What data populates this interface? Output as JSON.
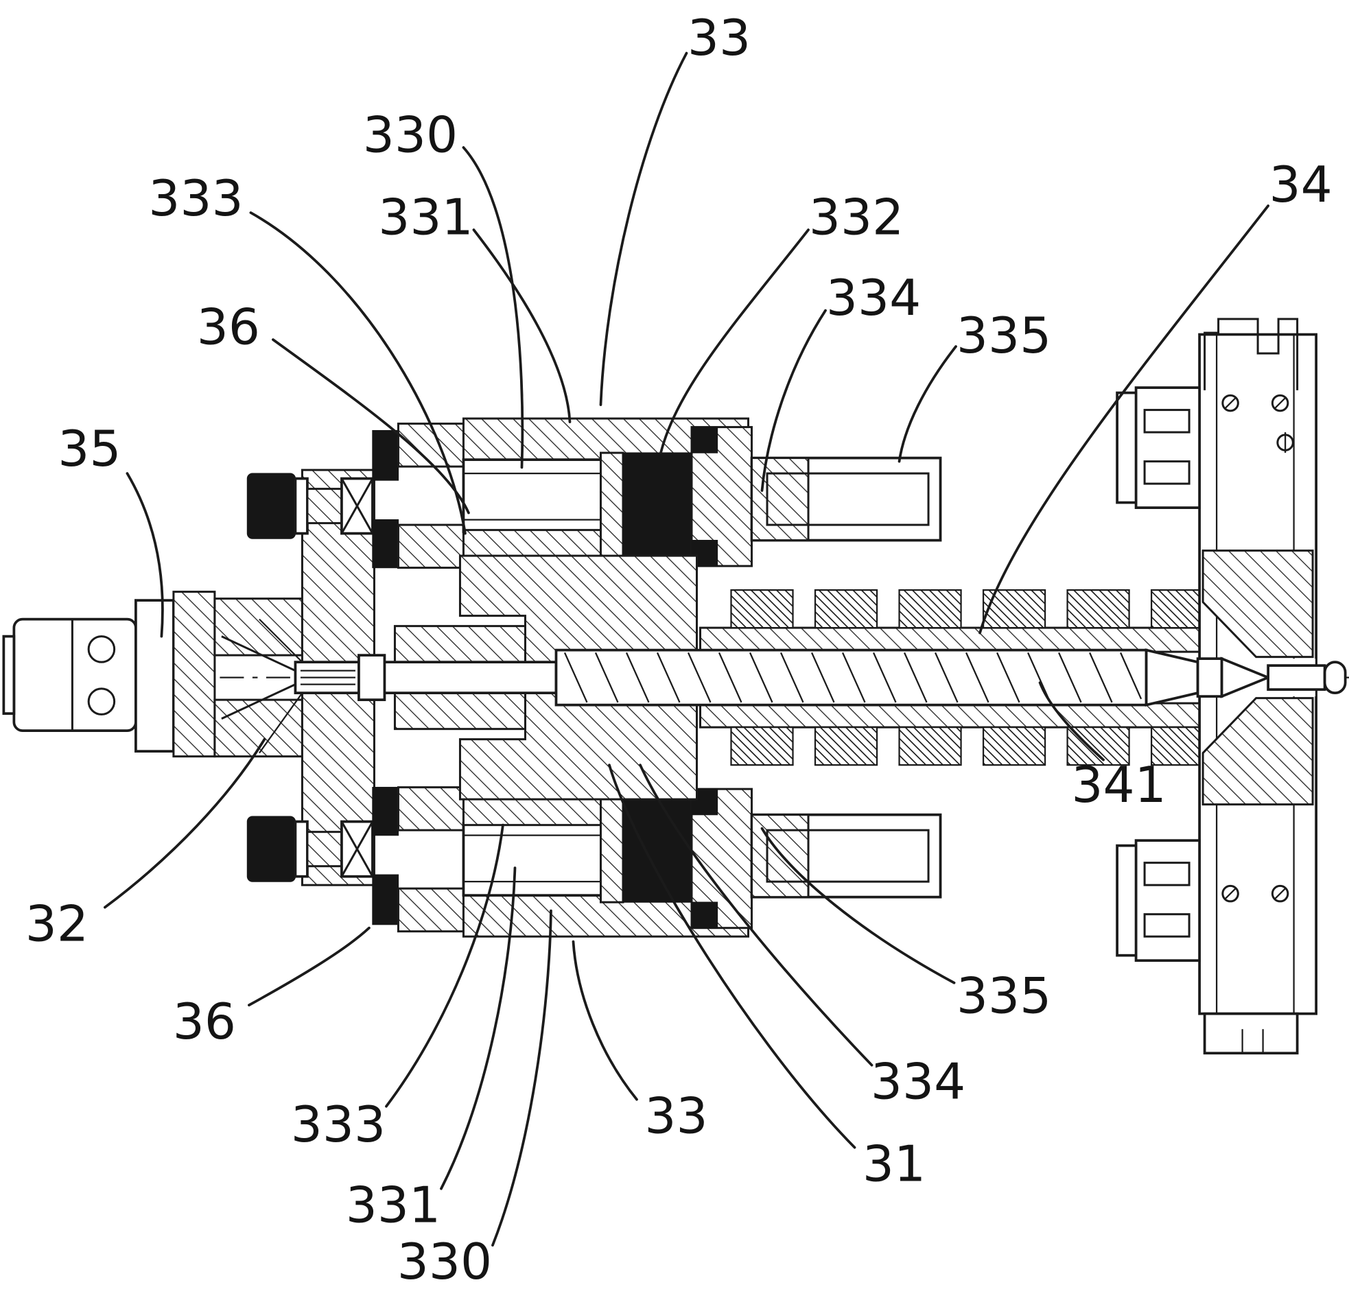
{
  "figure": {
    "background": "#ffffff",
    "ink": "#1b1b1b"
  },
  "labels": [
    {
      "id": "33-top",
      "text": "33"
    },
    {
      "id": "330-top",
      "text": "330"
    },
    {
      "id": "333-top",
      "text": "333"
    },
    {
      "id": "331-top",
      "text": "331"
    },
    {
      "id": "332-top",
      "text": "332"
    },
    {
      "id": "334-top",
      "text": "334"
    },
    {
      "id": "335-top",
      "text": "335"
    },
    {
      "id": "34",
      "text": "34"
    },
    {
      "id": "36-top",
      "text": "36"
    },
    {
      "id": "35",
      "text": "35"
    },
    {
      "id": "341",
      "text": "341"
    },
    {
      "id": "32",
      "text": "32"
    },
    {
      "id": "36-bottom",
      "text": "36"
    },
    {
      "id": "335-bottom",
      "text": "335"
    },
    {
      "id": "334-bottom",
      "text": "334"
    },
    {
      "id": "333-bottom",
      "text": "333"
    },
    {
      "id": "33-bottom",
      "text": "33"
    },
    {
      "id": "31",
      "text": "31"
    },
    {
      "id": "331-bottom",
      "text": "331"
    },
    {
      "id": "330-bottom",
      "text": "330"
    }
  ]
}
